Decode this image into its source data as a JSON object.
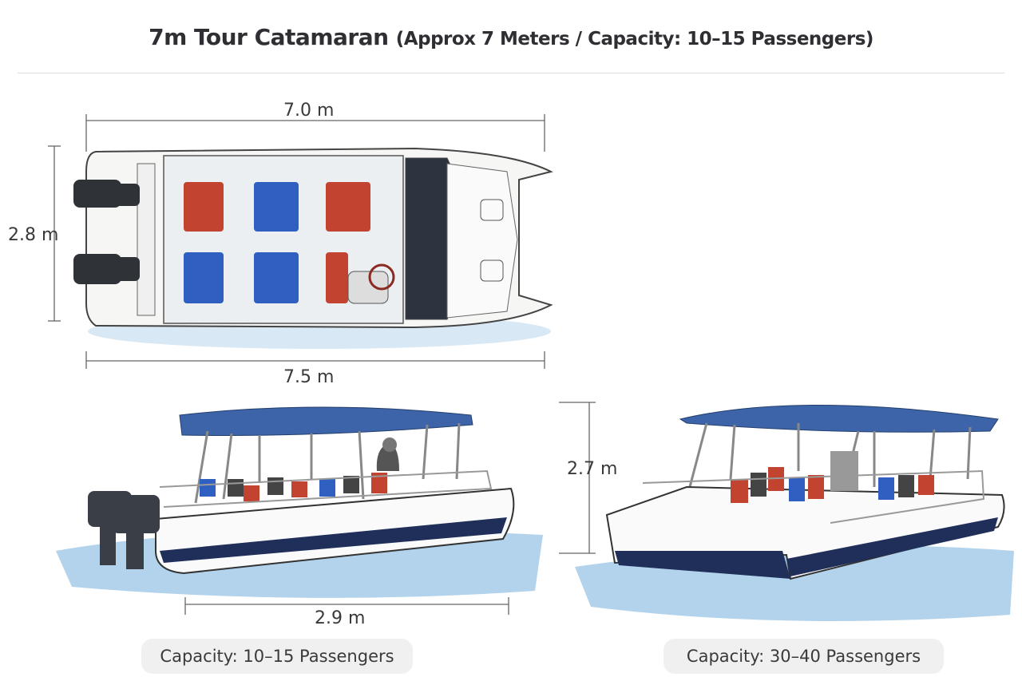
{
  "title": {
    "main": "7m Tour Catamaran",
    "sub": "(Approx 7 Meters / Capacity: 10–15 Passengers)"
  },
  "dimensions": {
    "top_length": "7.0 m",
    "beam": "2.8 m",
    "overall_length": "7.5 m",
    "height": "2.7 m",
    "side_width": "2.9 m"
  },
  "captions": {
    "left": "Capacity: 10–15 Passengers",
    "right": "Capacity: 30–40 Passengers"
  },
  "colors": {
    "canopy": "#3d63a8",
    "seat_red": "#c2432f",
    "seat_blue": "#2f5fc0",
    "hull_stripe": "#1f2f5a",
    "water": "#6fa9d6"
  }
}
